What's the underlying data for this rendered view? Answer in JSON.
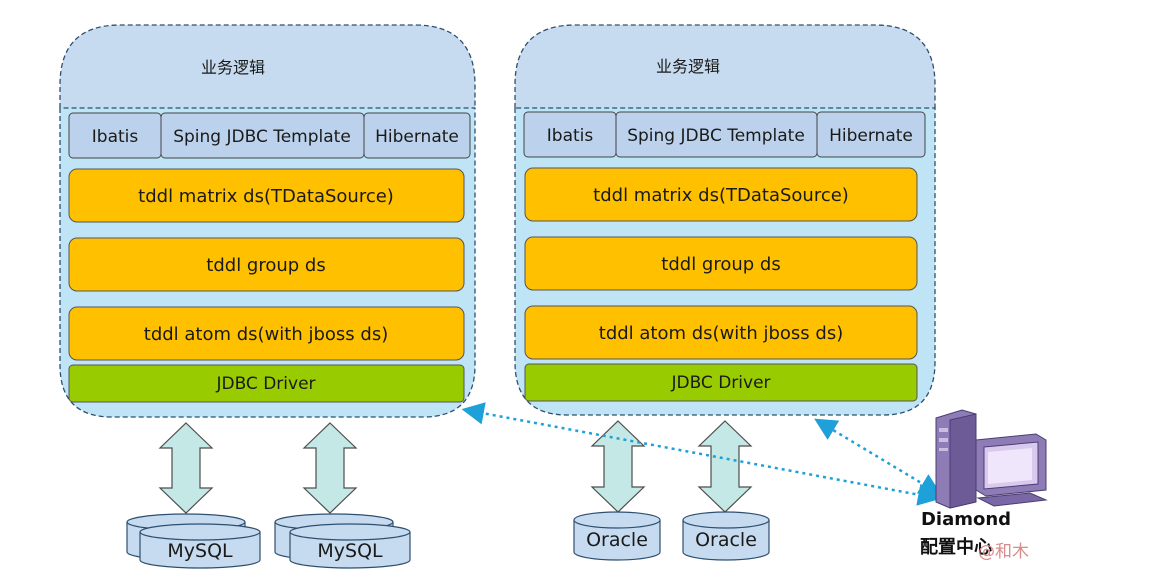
{
  "left_panel": {
    "title": "业务逻辑",
    "frameworks": [
      "Ibatis",
      "Sping JDBC Template",
      "Hibernate"
    ],
    "layers": [
      "tddl matrix ds(TDataSource)",
      "tddl group ds",
      "tddl atom ds(with jboss ds)"
    ],
    "driver": "JDBC Driver",
    "databases": [
      "MySQL",
      "MySQL"
    ]
  },
  "right_panel": {
    "title": "业务逻辑",
    "frameworks": [
      "Ibatis",
      "Sping JDBC Template",
      "Hibernate"
    ],
    "layers": [
      "tddl matrix ds(TDataSource)",
      "tddl group ds",
      "tddl atom ds(with jboss ds)"
    ],
    "driver": "JDBC Driver",
    "databases": [
      "Oracle",
      "Oracle"
    ]
  },
  "config_center": {
    "name": "Diamond",
    "subtitle": "配置中心",
    "icon": "computer-icon"
  },
  "watermark": "@和木",
  "colors": {
    "panel_fill": "#c6dbef",
    "panel_inner_fill": "#bfe4f5",
    "framework_fill": "#bcd2ec",
    "layer_fill": "#ffc000",
    "driver_fill": "#99cc00",
    "arrow_fill": "#c4e8e6",
    "db_fill": "#c6dbef",
    "dotted_link": "#1ea0d8"
  }
}
